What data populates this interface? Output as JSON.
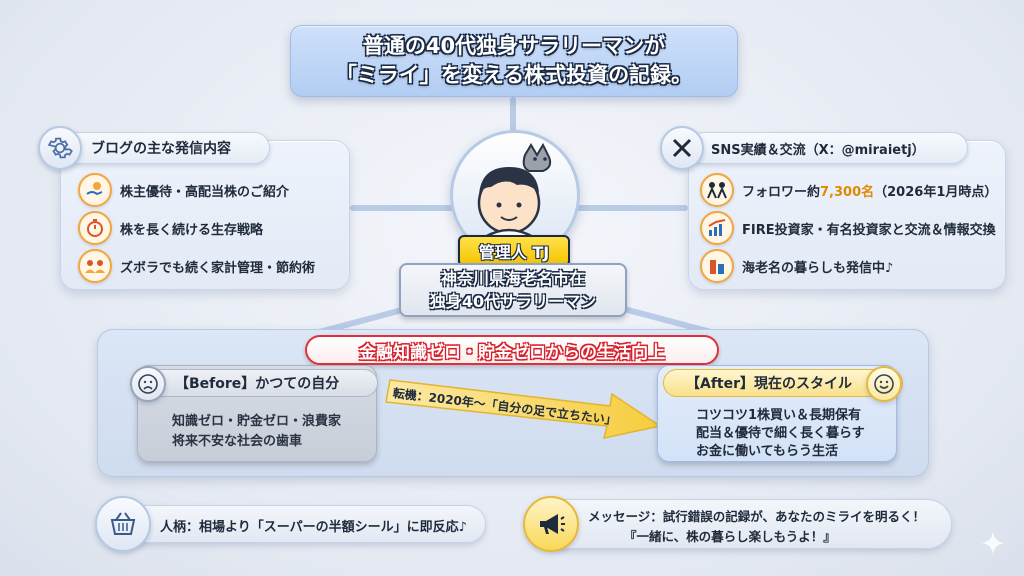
{
  "title": {
    "line1": "普通の40代独身サラリーマンが",
    "line2": "「ミライ」を変える株式投資の記録。"
  },
  "blog": {
    "header": "ブログの主な発信内容",
    "icon": "gear-icon",
    "items": [
      {
        "label": "株主優待・高配当株のご紹介",
        "icon": "hand-coin-icon"
      },
      {
        "label": "株を長く続ける生存戦略",
        "icon": "stopwatch-icon"
      },
      {
        "label": "ズボラでも続く家計管理・節約術",
        "icon": "people-icon"
      }
    ]
  },
  "sns": {
    "header": "SNS実績＆交流（X：@miraietj）",
    "icon": "x-logo-icon",
    "followers_prefix": "フォロワー約",
    "followers_count": "7,300名",
    "followers_suffix": "（2026年1月時点）",
    "items": [
      {
        "label": "FIRE投資家・有名投資家と交流＆情報交換",
        "icon": "chart-icon"
      },
      {
        "label": "海老名の暮らしも発信中♪",
        "icon": "building-icon"
      }
    ],
    "followers_icon": "group-icon"
  },
  "profile": {
    "badge": "管理人 TJ",
    "line1": "神奈川県海老名市在",
    "line2": "独身40代サラリーマン"
  },
  "journey": {
    "banner": "金融知識ゼロ・貯金ゼロからの生活向上",
    "before": {
      "label": "【Before】かつての自分",
      "lines": [
        "知識ゼロ・貯金ゼロ・浪費家",
        "将来不安な社会の歯車"
      ]
    },
    "arrow_label": "転機：2020年〜「自分の足で立ちたい」",
    "after": {
      "label": "【After】現在のスタイル",
      "lines": [
        "コツコツ1株買い＆長期保有",
        "配当＆優待で細く長く暮らす",
        "お金に働いてもらう生活"
      ]
    }
  },
  "personality": {
    "text": "人柄：相場より「スーパーの半額シール」に即反応♪",
    "icon": "basket-icon"
  },
  "message": {
    "line1": "メッセージ：試行錯誤の記録が、あなたのミライを明るく！",
    "line2": "『一緒に、株の暮らし楽しもうよ！』",
    "icon": "megaphone-icon"
  },
  "colors": {
    "accent_orange": "#f3a640",
    "banner_red": "#e0303a",
    "badge_yellow": "#f5c400",
    "follower_highlight": "#e08a00"
  }
}
